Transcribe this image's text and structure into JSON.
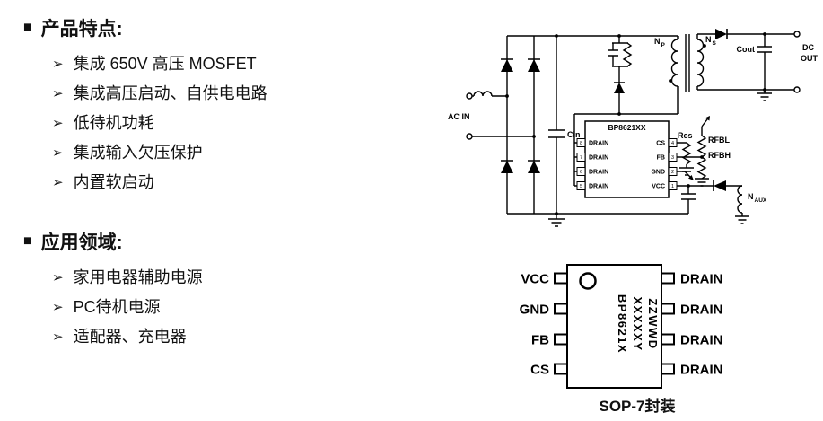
{
  "sections": {
    "features": {
      "marker": "■",
      "title": "产品特点:",
      "bullet": "➢",
      "items": [
        "集成 650V 高压 MOSFET",
        "集成高压启动、自供电电路",
        "低待机功耗",
        "集成输入欠压保护",
        "内置软启动"
      ]
    },
    "applications": {
      "marker": "■",
      "title": "应用领域:",
      "bullet": "➢",
      "items": [
        "家用电器辅助电源",
        "PC待机电源",
        "适配器、充电器"
      ]
    }
  },
  "schematic": {
    "ac_in": "AC IN",
    "cin": "Cin",
    "cout": "Cout",
    "dc_out": [
      "DC",
      "OUT"
    ],
    "np": {
      "base": "N",
      "sub": "P"
    },
    "ns": {
      "base": "N",
      "sub": "S"
    },
    "naux": {
      "base": "N",
      "sub": "AUX"
    },
    "rcs": "Rcs",
    "rfbl": "RFBL",
    "rfbh": "RFBH",
    "chip": {
      "name": "BP8621XX",
      "left_pins": [
        {
          "num": "8",
          "label": "DRAIN"
        },
        {
          "num": "7",
          "label": "DRAIN"
        },
        {
          "num": "6",
          "label": "DRAIN"
        },
        {
          "num": "5",
          "label": "DRAIN"
        }
      ],
      "right_pins": [
        {
          "num": "4",
          "label": "CS"
        },
        {
          "num": "3",
          "label": "FB"
        },
        {
          "num": "2",
          "label": "GND"
        },
        {
          "num": "1",
          "label": "VCC"
        }
      ]
    }
  },
  "package": {
    "left_pins": [
      "VCC",
      "GND",
      "FB",
      "CS"
    ],
    "right_pins": [
      "DRAIN",
      "DRAIN",
      "DRAIN",
      "DRAIN"
    ],
    "marking": [
      "BP8621X",
      "XXXXXY",
      "ZZWWD"
    ],
    "caption": "SOP-7封装"
  }
}
